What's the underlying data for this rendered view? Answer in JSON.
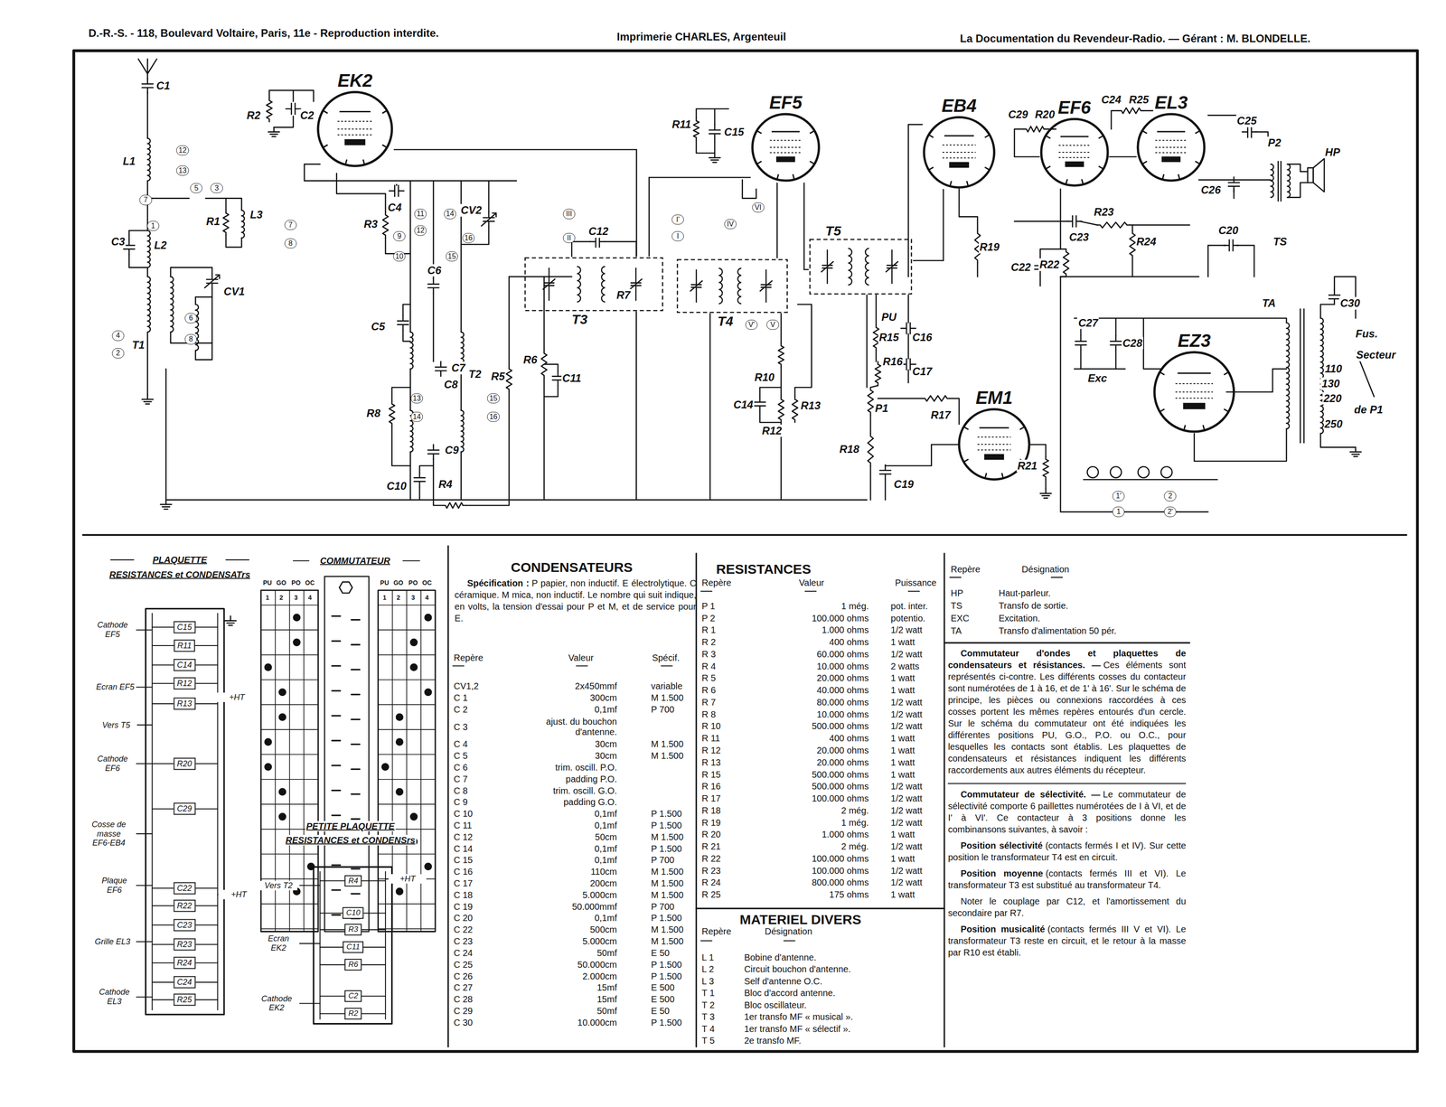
{
  "diagram": {
    "nodes": [
      {
        "text": [
          "EK2"
        ]
      },
      {
        "text": [
          "EF5"
        ]
      },
      {
        "text": [
          "EB4"
        ]
      },
      {
        "text": [
          "EF6"
        ]
      },
      {
        "text": [
          "EL3"
        ]
      },
      {
        "text": [
          "EM1"
        ]
      },
      {
        "text": [
          "EZ3"
        ]
      },
      {
        "text": [
          "T3"
        ]
      },
      {
        "text": [
          "T4"
        ]
      },
      {
        "text": [
          "T5"
        ]
      }
    ],
    "edges": [
      {
        "from": 0,
        "to": 7,
        "arrow": "none"
      },
      {
        "from": 7,
        "to": 1,
        "arrow": "none"
      },
      {
        "from": 8,
        "to": 1,
        "arrow": "none"
      },
      {
        "from": 1,
        "to": 9,
        "arrow": "none"
      },
      {
        "from": 9,
        "to": 2,
        "arrow": "none"
      }
    ],
    "labels": [
      "D.-R.-S. - 118, Boulevard Voltaire, Paris, 11e - Reproduction interdite.",
      "Imprimerie CHARLES, Argenteuil",
      "La Documentation du Revendeur-Radio. — Gérant : M. BLONDELLE.",
      "C1",
      "L1",
      "R2",
      "C2",
      "L3",
      "R1",
      "R3",
      "C4",
      "CV2",
      "C3",
      "L2",
      "CV1",
      "T1",
      "C5",
      "C6",
      "C7",
      "C8",
      "T2",
      "C9",
      "R8",
      "C10",
      "R4",
      "R5",
      "R6",
      "C11",
      "R11",
      "C15",
      "C12",
      "R7",
      "R10",
      "C14",
      "R12",
      "R13",
      "PU",
      "C16",
      "R15",
      "R16",
      "C17",
      "P1",
      "R17",
      "R18",
      "C19",
      "R21",
      "C29",
      "R20",
      "C24",
      "R25",
      "C25",
      "P2",
      "C26",
      "HP",
      "TS",
      "R19",
      "C23",
      "R23",
      "R24",
      "C22",
      "R22",
      "C20",
      "TA",
      "C30",
      "C27",
      "C28",
      "Exc",
      "Fus.",
      "110",
      "130",
      "220",
      "250",
      "Secteur",
      "de P1",
      "12",
      "13",
      "5",
      "3",
      "7",
      "1",
      "4",
      "2",
      "6",
      "8",
      "7",
      "8",
      "9",
      "10",
      "11",
      "12",
      "14",
      "16",
      "15",
      "13",
      "14",
      "15",
      "16",
      "III",
      "II",
      "I'",
      "I",
      "IV",
      "VI",
      "V'",
      "V",
      "1'",
      "1",
      "2",
      "2'",
      "PLAQUETTE",
      "RESISTANCES et CONDENSATrs",
      "COMMUTATEUR",
      "PETITE PLAQUETTE",
      "RESISTANCES et CONDENSrs",
      "Cathode EF5",
      "Ecran EF5",
      "Vers T5",
      "Cathode EF6",
      "Cosse de masse EF6-EB4",
      "Plaque EF6",
      "Grille EL3",
      "Cathode EL3",
      "+HT",
      "+HT",
      "C15",
      "R11",
      "C14",
      "R12",
      "R13",
      "R20",
      "C29",
      "C22",
      "R22",
      "C23",
      "R23",
      "R24",
      "C24",
      "R25",
      "Vers T2",
      "+HT",
      "Ecran EK2",
      "Cathode EK2",
      "R4",
      "C10",
      "R3",
      "C11",
      "R6",
      "C2",
      "R2",
      "PU",
      "GO",
      "PO",
      "OC",
      "1",
      "2",
      "3",
      "4",
      "PU",
      "GO",
      "PO",
      "OC",
      "1",
      "2",
      "3",
      "4",
      "CONDENSATEURS",
      "Spécification :",
      "P papier, non inductif. E électrolytique. C céramique. M mica, non inductif. Le nombre qui suit indique, en volts, la tension d'essai pour P et M, et de service pour E.",
      "Repère",
      "Valeur",
      "Spécif.",
      "CV1,2",
      "2x450mmf",
      "variable",
      "C 1",
      "300cm",
      "M 1.500",
      "C 2",
      "0,1mf",
      "P 700",
      "C 3",
      "ajust. du bouchon d'antenne.",
      "C 4",
      "30cm",
      "M 1.500",
      "C 5",
      "30cm",
      "M 1.500",
      "C 6",
      "trim. oscill. P.O.",
      "C 7",
      "padding P.O.",
      "C 8",
      "trim. oscill. G.O.",
      "C 9",
      "padding G.O.",
      "C 10",
      "0,1mf",
      "P 1.500",
      "C 11",
      "0,1mf",
      "P 1.500",
      "C 12",
      "50cm",
      "M 1.500",
      "C 14",
      "0,1mf",
      "P 1.500",
      "C 15",
      "0,1mf",
      "P 700",
      "C 16",
      "110cm",
      "M 1.500",
      "C 17",
      "200cm",
      "M 1.500",
      "C 18",
      "5.000cm",
      "M 1.500",
      "C 19",
      "50.000mmf",
      "P 700",
      "C 20",
      "0,1mf",
      "P 1.500",
      "C 22",
      "500cm",
      "M 1.500",
      "C 23",
      "5.000cm",
      "M 1.500",
      "C 24",
      "50mf",
      "E 50",
      "C 25",
      "50.000cm",
      "P 1.500",
      "C 26",
      "2.000cm",
      "P 1.500",
      "C 27",
      "15mf",
      "E 500",
      "C 28",
      "15mf",
      "E 500",
      "C 29",
      "50mf",
      "E 50",
      "C 30",
      "10.000cm",
      "P 1.500",
      "RESISTANCES",
      "Repère",
      "Valeur",
      "Puissance",
      "P 1",
      "1 még.",
      "pot. inter.",
      "P 2",
      "100.000 ohms",
      "potentio.",
      "R 1",
      "1.000 ohms",
      "1/2 watt",
      "R 2",
      "400 ohms",
      "1 watt",
      "R 3",
      "60.000 ohms",
      "1/2 watt",
      "R 4",
      "10.000 ohms",
      "2 watts",
      "R 5",
      "20.000 ohms",
      "1 watt",
      "R 6",
      "40.000 ohms",
      "1 watt",
      "R 7",
      "80.000 ohms",
      "1/2 watt",
      "R 8",
      "10.000 ohms",
      "1/2 watt",
      "R 10",
      "500.000 ohms",
      "1/2 watt",
      "R 11",
      "400 ohms",
      "1 watt",
      "R 12",
      "20.000 ohms",
      "1 watt",
      "R 13",
      "20.000 ohms",
      "1 watt",
      "R 15",
      "500.000 ohms",
      "1 watt",
      "R 16",
      "500.000 ohms",
      "1/2 watt",
      "R 17",
      "100.000 ohms",
      "1/2 watt",
      "R 18",
      "2 még.",
      "1/2 watt",
      "R 19",
      "1 még.",
      "1/2 watt",
      "R 20",
      "1.000 ohms",
      "1 watt",
      "R 21",
      "2 még.",
      "1/2 watt",
      "R 22",
      "100.000 ohms",
      "1 watt",
      "R 23",
      "100.000 ohms",
      "1/2 watt",
      "R 24",
      "800.000 ohms",
      "1/2 watt",
      "R 25",
      "175 ohms",
      "1 watt",
      "MATERIEL DIVERS",
      "Repère",
      "Désignation",
      "L 1",
      "Bobine d'antenne.",
      "L 2",
      "Circuit bouchon d'antenne.",
      "L 3",
      "Self d'antenne O.C.",
      "T 1",
      "Bloc d'accord antenne.",
      "T 2",
      "Bloc oscillateur.",
      "T 3",
      "1er transfo MF « musical ».",
      "T 4",
      "1er transfo MF « sélectif ».",
      "T 5",
      "2e transfo MF.",
      "Repère",
      "Désignation",
      "HP",
      "Haut-parleur.",
      "TS",
      "Transfo de sortie.",
      "EXC",
      "Excitation.",
      "TA",
      "Transfo d'alimentation 50 pér.",
      "Commutateur d'ondes et plaquettes de condensateurs et résistances. —",
      "Ces éléments sont représentés ci-contre. Les différents cosses du contacteur sont numérotées de 1 à 16, et de 1' à 16'. Sur le schéma de principe, les pièces ou connexions raccordées à ces cosses portent les mêmes repères entourés d'un cercle. Sur le schéma du commutateur ont été indiquées les différentes positions PU, G.O., P.O. ou O.C., pour lesquelles les contacts sont établis. Les plaquettes de condensateurs et résistances indiquent les différents raccordements aux autres éléments du récepteur.",
      "Commutateur de sélectivité. —",
      "Le commutateur de sélectivité comporte 6 paillettes numérotées de I à VI, et de I' à VI'. Ce contacteur à 3 positions donne les combinansons suivantes, à savoir :",
      "Position sélectivité",
      "(contacts fermés I et IV). Sur cette position le transformateur T4 est en circuit.",
      "Position moyenne",
      "(contacts fermés III et VI). Le transformateur T3 est substitué au transformateur T4.",
      "Noter le couplage par C12, et l'amortissement du secondaire par R7.",
      "Position musicalité",
      "(contacts fermés III V et VI). Le transformateur T3 reste en circuit, et le retour à la masse par R10 est établi."
    ]
  }
}
